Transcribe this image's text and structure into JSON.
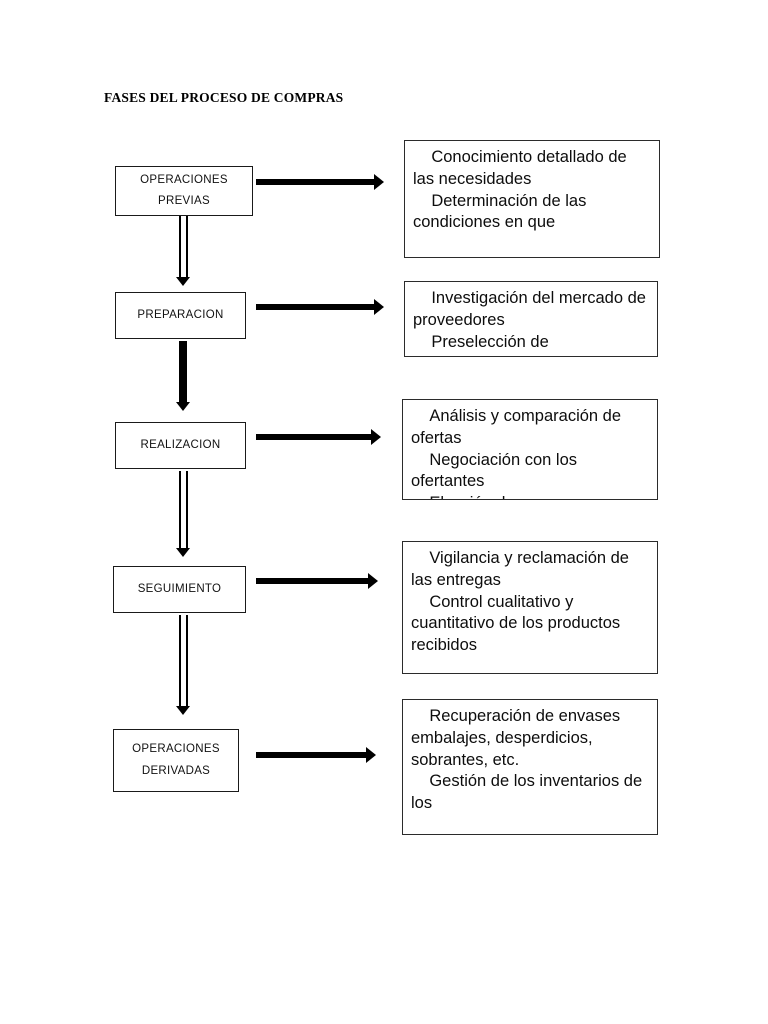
{
  "document": {
    "title": "FASES DEL PROCESO DE COMPRAS"
  },
  "stages": [
    {
      "id": "operaciones-previas",
      "line1": "OPERACIONES",
      "line2": "PREVIAS"
    },
    {
      "id": "preparacion",
      "line1": "PREPARACION",
      "line2": ""
    },
    {
      "id": "realizacion",
      "line1": "REALIZACION",
      "line2": ""
    },
    {
      "id": "seguimiento",
      "line1": "SEGUIMIENTO",
      "line2": ""
    },
    {
      "id": "operaciones-derivadas",
      "line1": "OPERACIONES",
      "line2": "DERIVADAS"
    }
  ],
  "details": [
    {
      "id": "detalle-operaciones-previas",
      "text": "    Conocimiento detallado de las necesidades\n    Determinación de las condiciones en que"
    },
    {
      "id": "detalle-preparacion",
      "text": "    Investigación del mercado de proveedores\n    Preselección de"
    },
    {
      "id": "detalle-realizacion",
      "text": "    Análisis y comparación de ofertas\n    Negociación con los ofertantes\n    Elección de"
    },
    {
      "id": "detalle-seguimiento",
      "text": "    Vigilancia y reclamación de las entregas\n    Control cualitativo y cuantitativo de los productos recibidos"
    },
    {
      "id": "detalle-operaciones-derivadas",
      "text": "    Recuperación de envases embalajes, desperdicios, sobrantes, etc.\n    Gestión de los inventarios de los"
    }
  ],
  "connectors": {
    "horizontal_arrow_label": "flecha hacia la derecha",
    "vertical_arrow_label": "flecha hacia abajo"
  },
  "colors": {
    "ink": "#000000",
    "paper": "#ffffff",
    "box_border": "#2b2b2b"
  }
}
